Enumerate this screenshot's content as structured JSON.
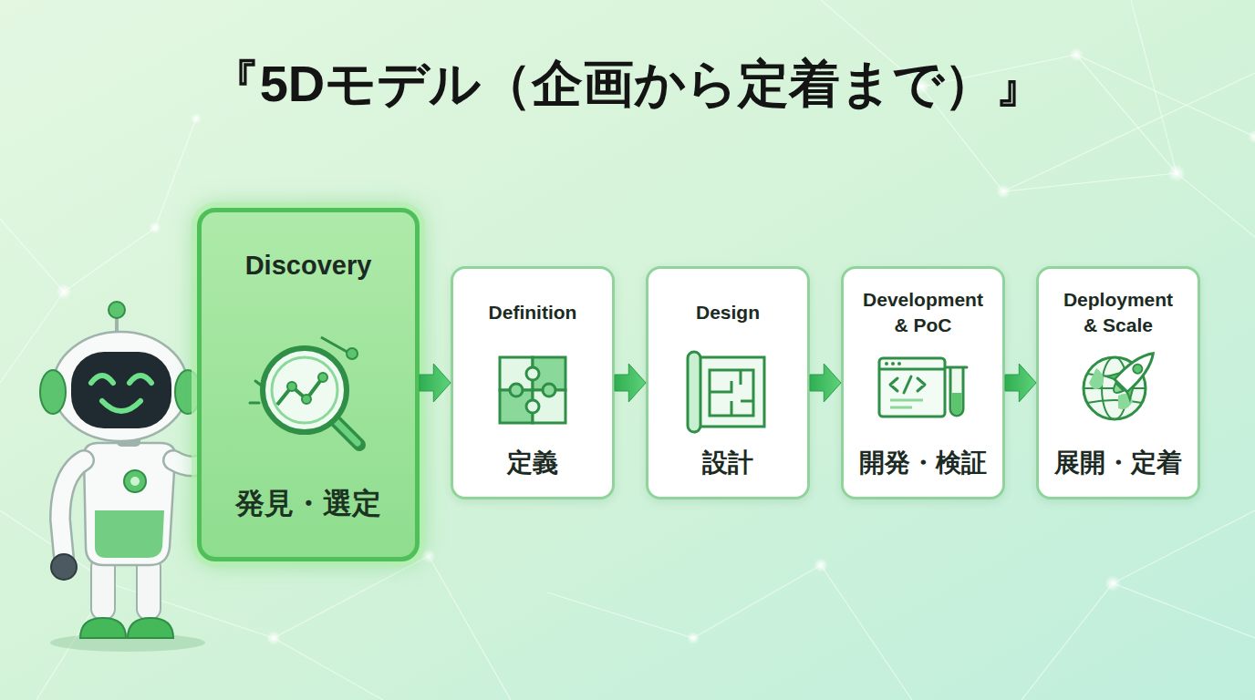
{
  "diagram": {
    "title": "『5Dモデル（企画から定着まで）』",
    "nodes": [
      {
        "text": [
          "Discovery",
          "発見・選定"
        ]
      },
      {
        "text": [
          "Definition",
          "定義"
        ]
      },
      {
        "text": [
          "Design",
          "設計"
        ]
      },
      {
        "text": [
          "Development & PoC",
          "開発・検証"
        ]
      },
      {
        "text": [
          "Deployment & Scale",
          "展開・定着"
        ]
      }
    ],
    "edges": [
      {
        "from": 0,
        "to": 1,
        "arrow": "to"
      },
      {
        "from": 1,
        "to": 2,
        "arrow": "to"
      },
      {
        "from": 2,
        "to": 3,
        "arrow": "to"
      },
      {
        "from": 3,
        "to": 4,
        "arrow": "to"
      }
    ]
  }
}
